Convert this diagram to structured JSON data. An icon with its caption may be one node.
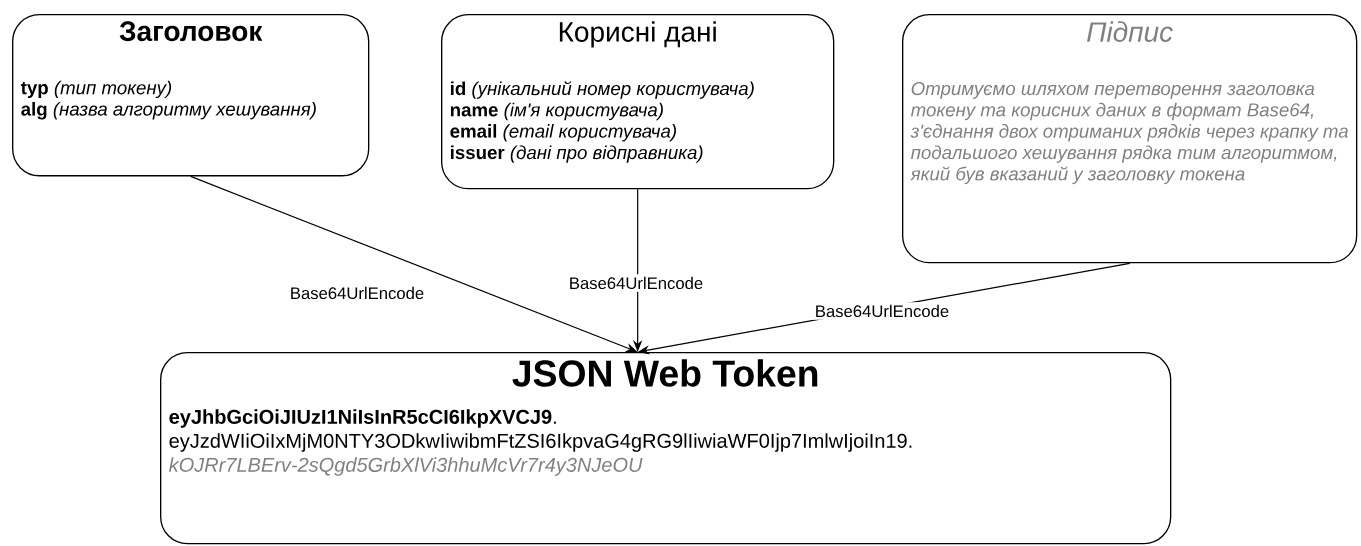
{
  "diagram": {
    "nodes": [
      {
        "text": [
          "Заголовок",
          "**typ** *(тип токену)*",
          "**alg** *(назва алгоритму хешування)*"
        ]
      },
      {
        "text": [
          "Корисні дані",
          "**id** *(унікальний номер користувача)*",
          "**name** *(ім'я користувача)*",
          "**email** *(email користувача)*",
          "**issuer** *(дані про відправника)*"
        ]
      },
      {
        "text": [
          "Підпис",
          "Отримуємо шляхом перетворення заголовка токену та корисних даних в формат Base64, з'єднання двох отриманих рядків через крапку та подальшого хешування рядка тим алгоритмом, який був вказаний у заголовку токена"
        ]
      },
      {
        "text": [
          "JSON Web Token",
          "**eyJhbGciOiJIUzI1NiIsInR5cCI6IkpXVCJ9**.",
          "eyJzdWIiOiIxMjM0NTY3ODkwIiwibmFtZSI6IkpvaG4gRG9lIiwiaWF0Ijp7ImlwIjoiIn19.",
          "kOJRr7LBErv-2sQgd5GrbXlVi3hhuMcVr7r4y3NJeOU"
        ]
      }
    ],
    "edges": [
      {
        "from": 0,
        "to": 3,
        "arrow": "to",
        "label": "Base64UrlEncode"
      },
      {
        "from": 1,
        "to": 3,
        "arrow": "to",
        "label": "Base64UrlEncode"
      },
      {
        "from": 2,
        "to": 3,
        "arrow": "to",
        "label": "Base64UrlEncode"
      }
    ]
  }
}
